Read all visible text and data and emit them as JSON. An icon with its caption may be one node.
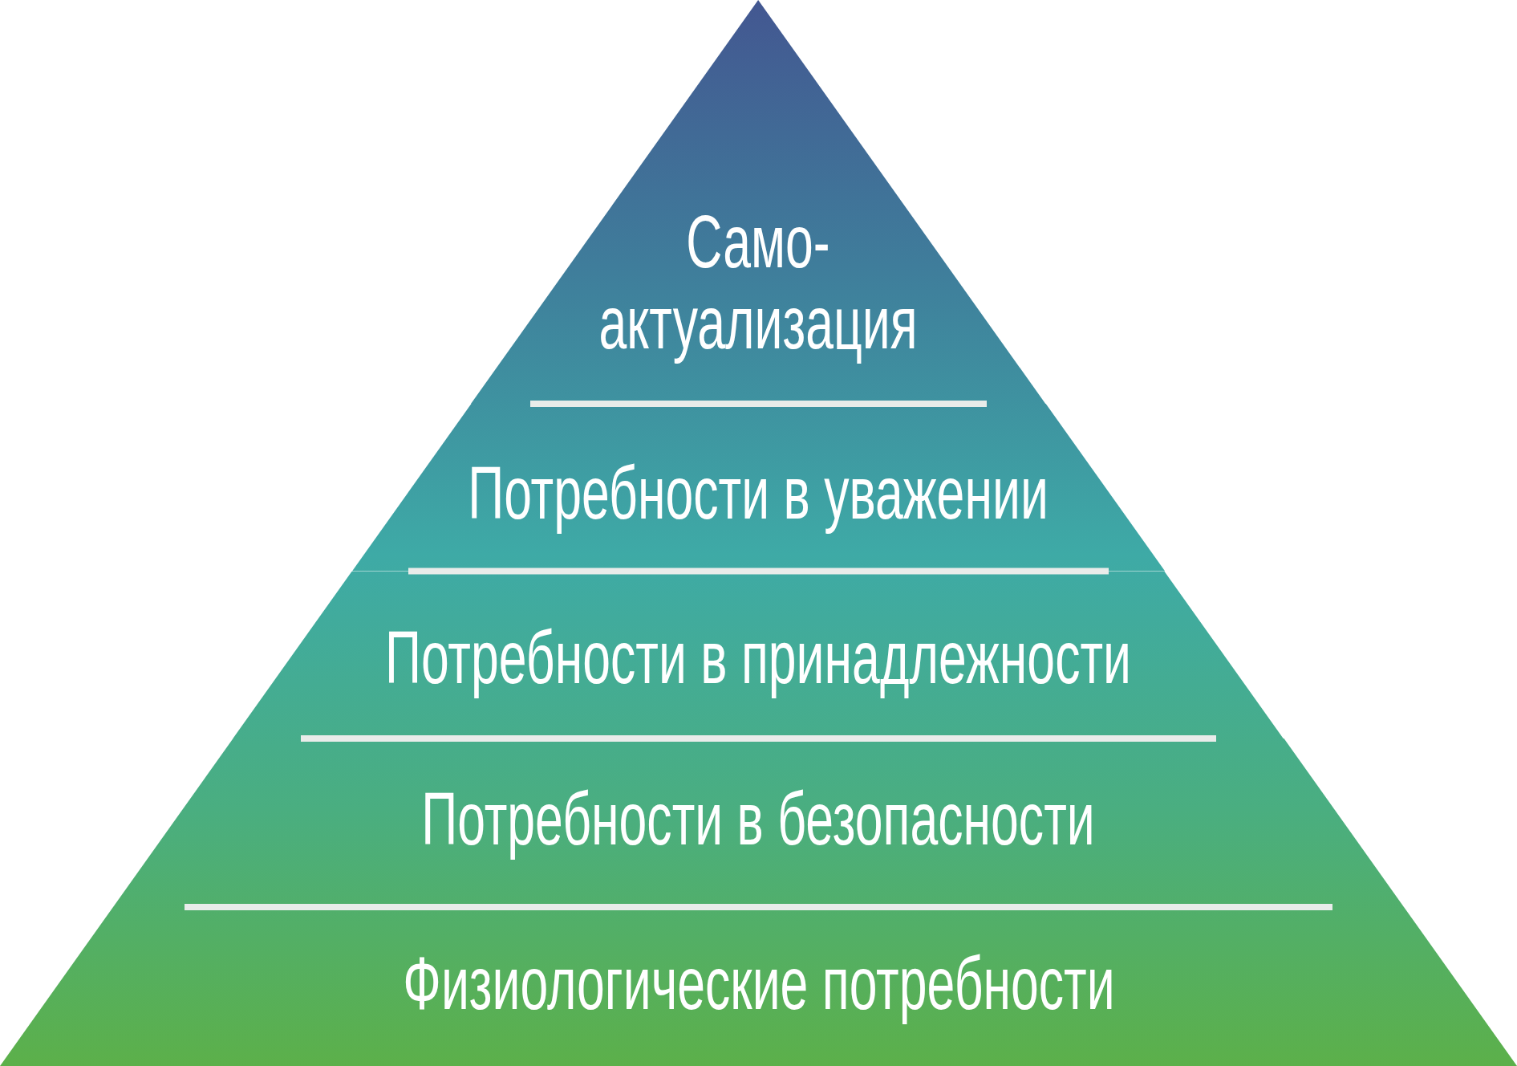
{
  "diagram": {
    "nodes": [
      {
        "text": [
          "Само- актуализация"
        ]
      },
      {
        "text": [
          "Потребности в уважении"
        ]
      },
      {
        "text": [
          "Потребности в принадлежности"
        ]
      },
      {
        "text": [
          "Потребности в безопасности"
        ]
      },
      {
        "text": [
          "Физиологические потребности"
        ]
      }
    ]
  }
}
